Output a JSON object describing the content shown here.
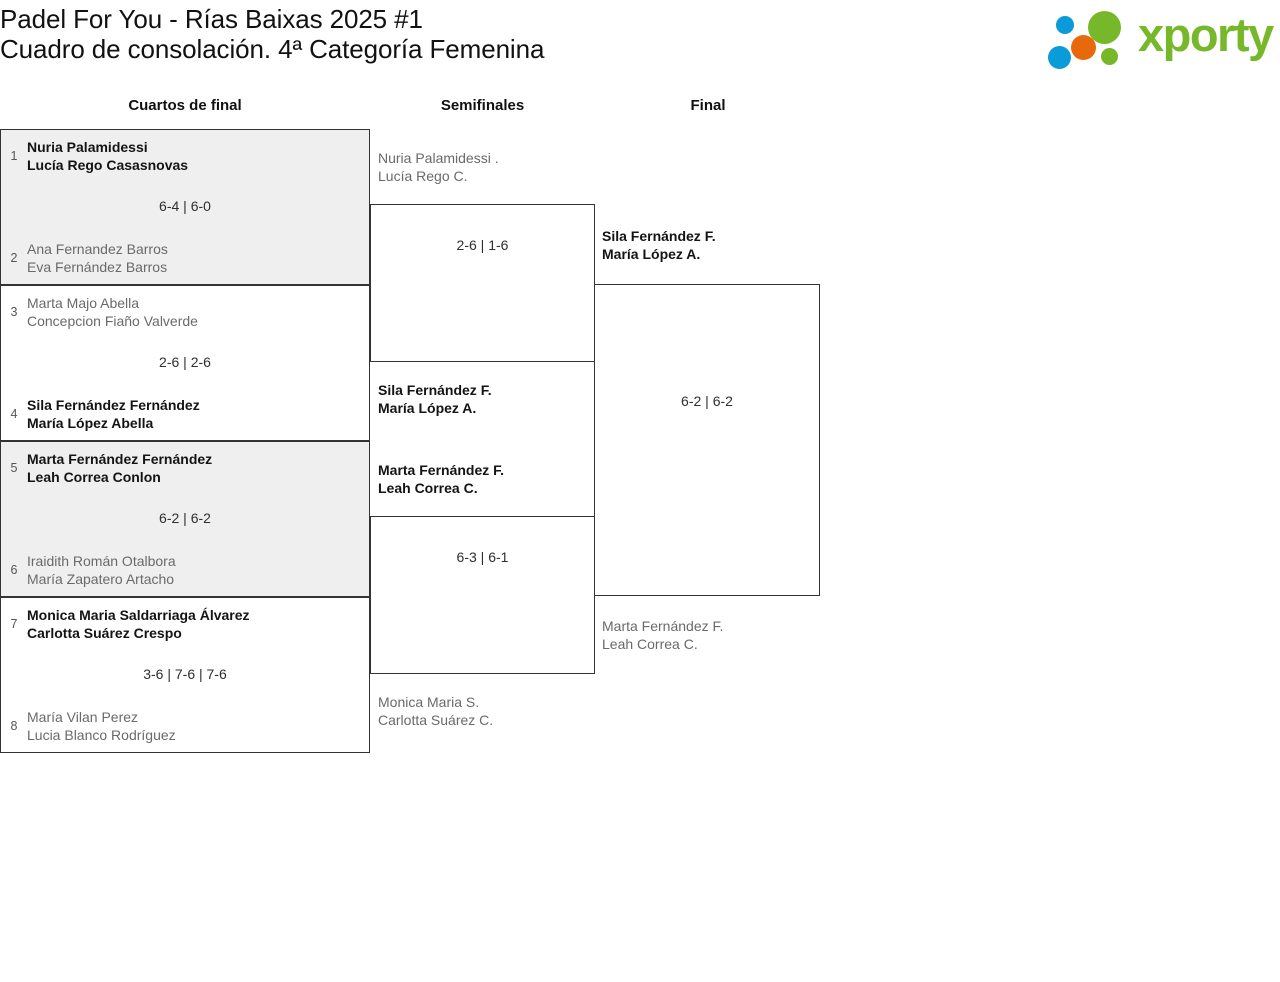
{
  "header": {
    "title_line1": "Padel For You - Rías Baixas 2025 #1",
    "title_line2": "Cuadro de consolación. 4ª Categoría Femenina",
    "logo_text": "xporty",
    "logo_colors": {
      "green": "#76b82a",
      "blue": "#0a9bd8",
      "orange": "#e8690b"
    }
  },
  "columns": [
    {
      "label": "Cuartos de final"
    },
    {
      "label": "Semifinales"
    },
    {
      "label": "Final"
    }
  ],
  "rounds": {
    "quarterfinals": [
      {
        "shaded": true,
        "score": "6-4 | 6-0",
        "top": {
          "seed": "1",
          "player1": "Nuria Palamidessi",
          "player2": "Lucía Rego Casasnovas",
          "result": "winner"
        },
        "bottom": {
          "seed": "2",
          "player1": "Ana Fernandez Barros",
          "player2": "Eva Fernández Barros",
          "result": "loser"
        }
      },
      {
        "shaded": false,
        "score": "2-6 | 2-6",
        "top": {
          "seed": "3",
          "player1": "Marta Majo Abella",
          "player2": "Concepcion Fiaño Valverde",
          "result": "loser"
        },
        "bottom": {
          "seed": "4",
          "player1": "Sila Fernández Fernández",
          "player2": "María López Abella",
          "result": "winner"
        }
      },
      {
        "shaded": true,
        "score": "6-2 | 6-2",
        "top": {
          "seed": "5",
          "player1": "Marta Fernández Fernández",
          "player2": "Leah Correa Conlon",
          "result": "winner"
        },
        "bottom": {
          "seed": "6",
          "player1": "Iraidith Román Otalbora",
          "player2": "María Zapatero Artacho",
          "result": "loser"
        }
      },
      {
        "shaded": false,
        "score": "3-6 | 7-6 | 7-6",
        "top": {
          "seed": "7",
          "player1": "Monica Maria Saldarriaga Álvarez",
          "player2": "Carlotta Suárez Crespo",
          "result": "winner"
        },
        "bottom": {
          "seed": "8",
          "player1": "María Vilan Perez",
          "player2": "Lucia Blanco Rodríguez",
          "result": "loser"
        }
      }
    ],
    "semifinals": [
      {
        "score": "2-6 | 1-6",
        "top": {
          "player1": "Nuria Palamidessi .",
          "player2": "Lucía Rego C.",
          "result": "loser"
        },
        "bottom": {
          "player1": "Sila Fernández F.",
          "player2": "María López A.",
          "result": "winner"
        }
      },
      {
        "score": "6-3 | 6-1",
        "top": {
          "player1": "Marta Fernández F.",
          "player2": "Leah Correa C.",
          "result": "winner"
        },
        "bottom": {
          "player1": "Monica Maria S.",
          "player2": "Carlotta Suárez C.",
          "result": "loser"
        }
      }
    ],
    "final": [
      {
        "score": "6-2 | 6-2",
        "top": {
          "player1": "Sila Fernández F.",
          "player2": "María López A.",
          "result": "winner"
        },
        "bottom": {
          "player1": "Marta Fernández F.",
          "player2": "Leah Correa C.",
          "result": "loser"
        }
      }
    ]
  }
}
